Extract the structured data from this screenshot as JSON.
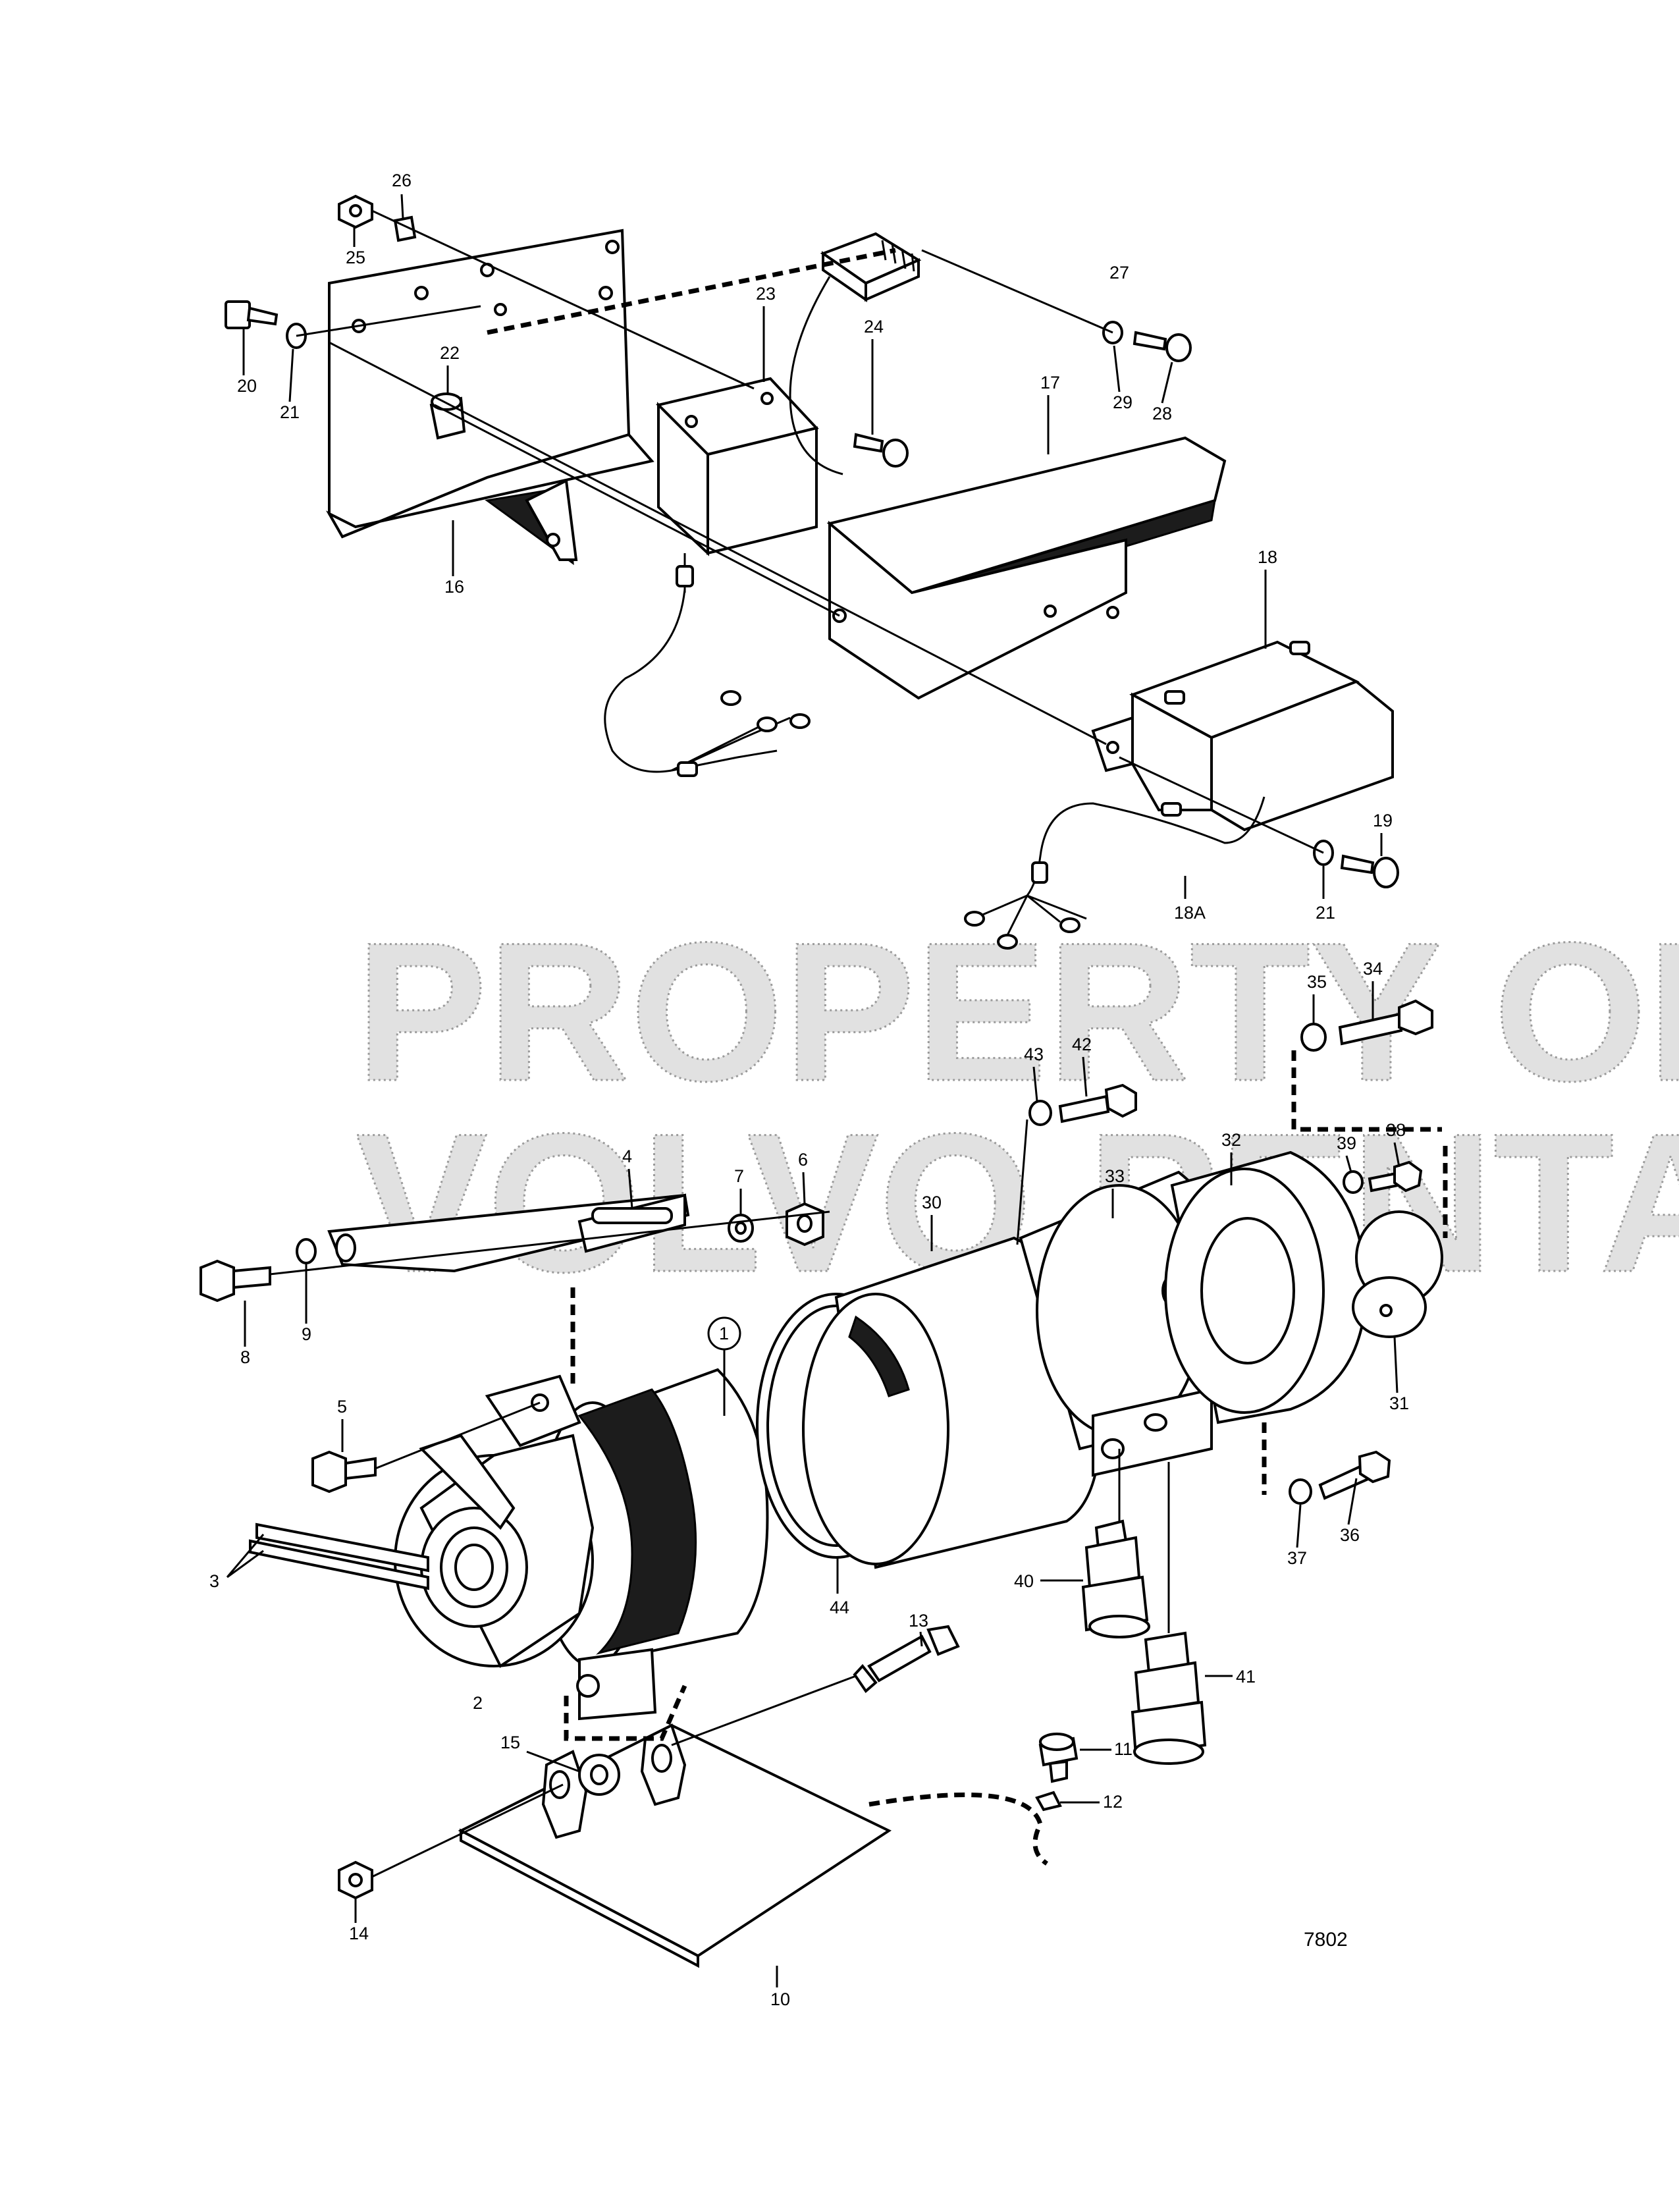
{
  "watermark": {
    "line1": "PROPERTY OF",
    "line2": "VOLVO PENTA"
  },
  "figure_number": "7802",
  "part_labels": [
    "1",
    "2",
    "3",
    "4",
    "5",
    "6",
    "7",
    "8",
    "9",
    "10",
    "11",
    "12",
    "13",
    "14",
    "15",
    "16",
    "17",
    "18",
    "18A",
    "19",
    "20",
    "21",
    "21",
    "22",
    "23",
    "24",
    "25",
    "26",
    "27",
    "28",
    "29",
    "30",
    "31",
    "32",
    "33",
    "34",
    "35",
    "36",
    "37",
    "38",
    "39",
    "40",
    "41",
    "42",
    "43",
    "44"
  ]
}
